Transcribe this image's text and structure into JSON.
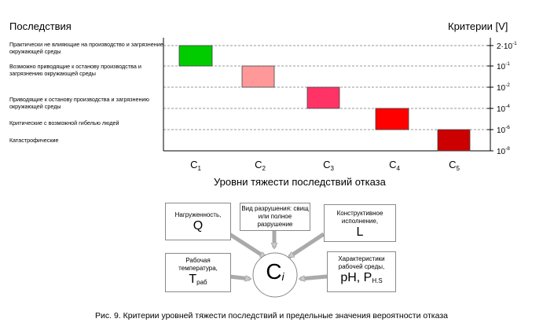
{
  "chart": {
    "header_left": "Последствия",
    "header_right": "Критерии [V]",
    "x_axis_label": "Уровни тяжести последствий отказа",
    "consequences": [
      "Практически не влияющие на производство и загрязнение окружающей среды",
      "Возможно приводящие к останову производства и загрязнению окружающей среды",
      "Приводящие к останову производства и загрязнению окружающей среды",
      "Критические с возможной гибелью людей",
      "Катастрофические"
    ],
    "criteria": [
      {
        "base": "2·10",
        "exp": "-1"
      },
      {
        "base": "10",
        "exp": "-1"
      },
      {
        "base": "10",
        "exp": "-2"
      },
      {
        "base": "10",
        "exp": "-4"
      },
      {
        "base": "10",
        "exp": "-6"
      },
      {
        "base": "10",
        "exp": "-8"
      }
    ],
    "levels": [
      {
        "base": "C",
        "sub": "1",
        "color": "#00cc00"
      },
      {
        "base": "C",
        "sub": "2",
        "color": "#ff9999"
      },
      {
        "base": "C",
        "sub": "3",
        "color": "#ff3366"
      },
      {
        "base": "C",
        "sub": "4",
        "color": "#ff0000"
      },
      {
        "base": "C",
        "sub": "5",
        "color": "#cc0000"
      }
    ]
  },
  "diagram": {
    "center": {
      "base": "C",
      "sub": "i"
    },
    "load": {
      "text": "Нагруженность,",
      "symbol": "Q"
    },
    "failure": {
      "text": "Вид разрушения: свищ или полное разрушение"
    },
    "design": {
      "text": "Конструктивное исполнение,",
      "symbol": "L"
    },
    "temperature": {
      "text": "Рабочая температура,",
      "symbol_base": "T",
      "symbol_sub": "раб"
    },
    "environment": {
      "text": "Характеристики рабочей среды,",
      "symbol_a": "pH,",
      "symbol_b": "P",
      "symbol_b_sub": "H.S"
    }
  },
  "caption": "Рис. 9. Критерии уровней тяжести последствий и предельные значения вероятности  отказа"
}
